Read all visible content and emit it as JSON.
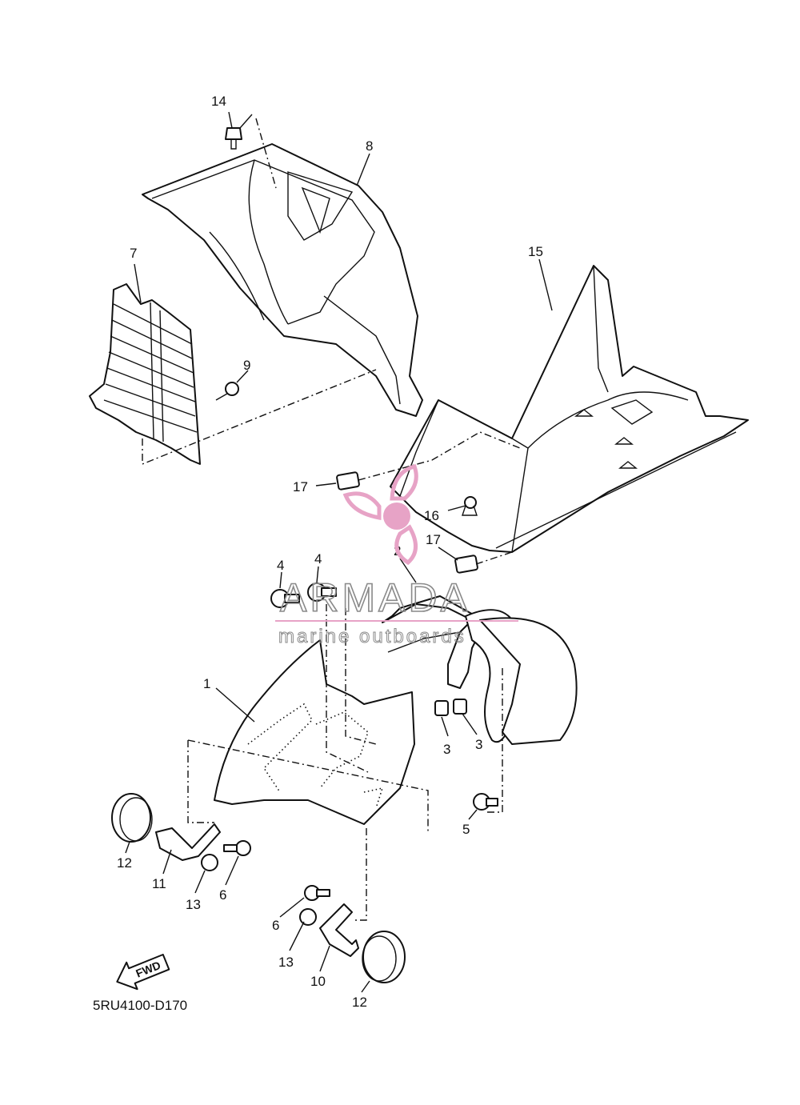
{
  "diagram": {
    "code": "5RU4100-D170",
    "fwd_label": "FWD",
    "watermark": {
      "brand": "ARMADA",
      "tagline": "marine outboards",
      "logo_color": "#e7a3c6",
      "text_color": "#8a8a8a"
    },
    "callouts": {
      "p1": "1",
      "p2": "2",
      "p3a": "3",
      "p3b": "3",
      "p4a": "4",
      "p4b": "4",
      "p5": "5",
      "p6a": "6",
      "p6b": "6",
      "p7": "7",
      "p8": "8",
      "p9": "9",
      "p10": "10",
      "p11": "11",
      "p12a": "12",
      "p12b": "12",
      "p13a": "13",
      "p13b": "13",
      "p14": "14",
      "p15": "15",
      "p16": "16",
      "p17a": "17",
      "p17b": "17"
    }
  }
}
